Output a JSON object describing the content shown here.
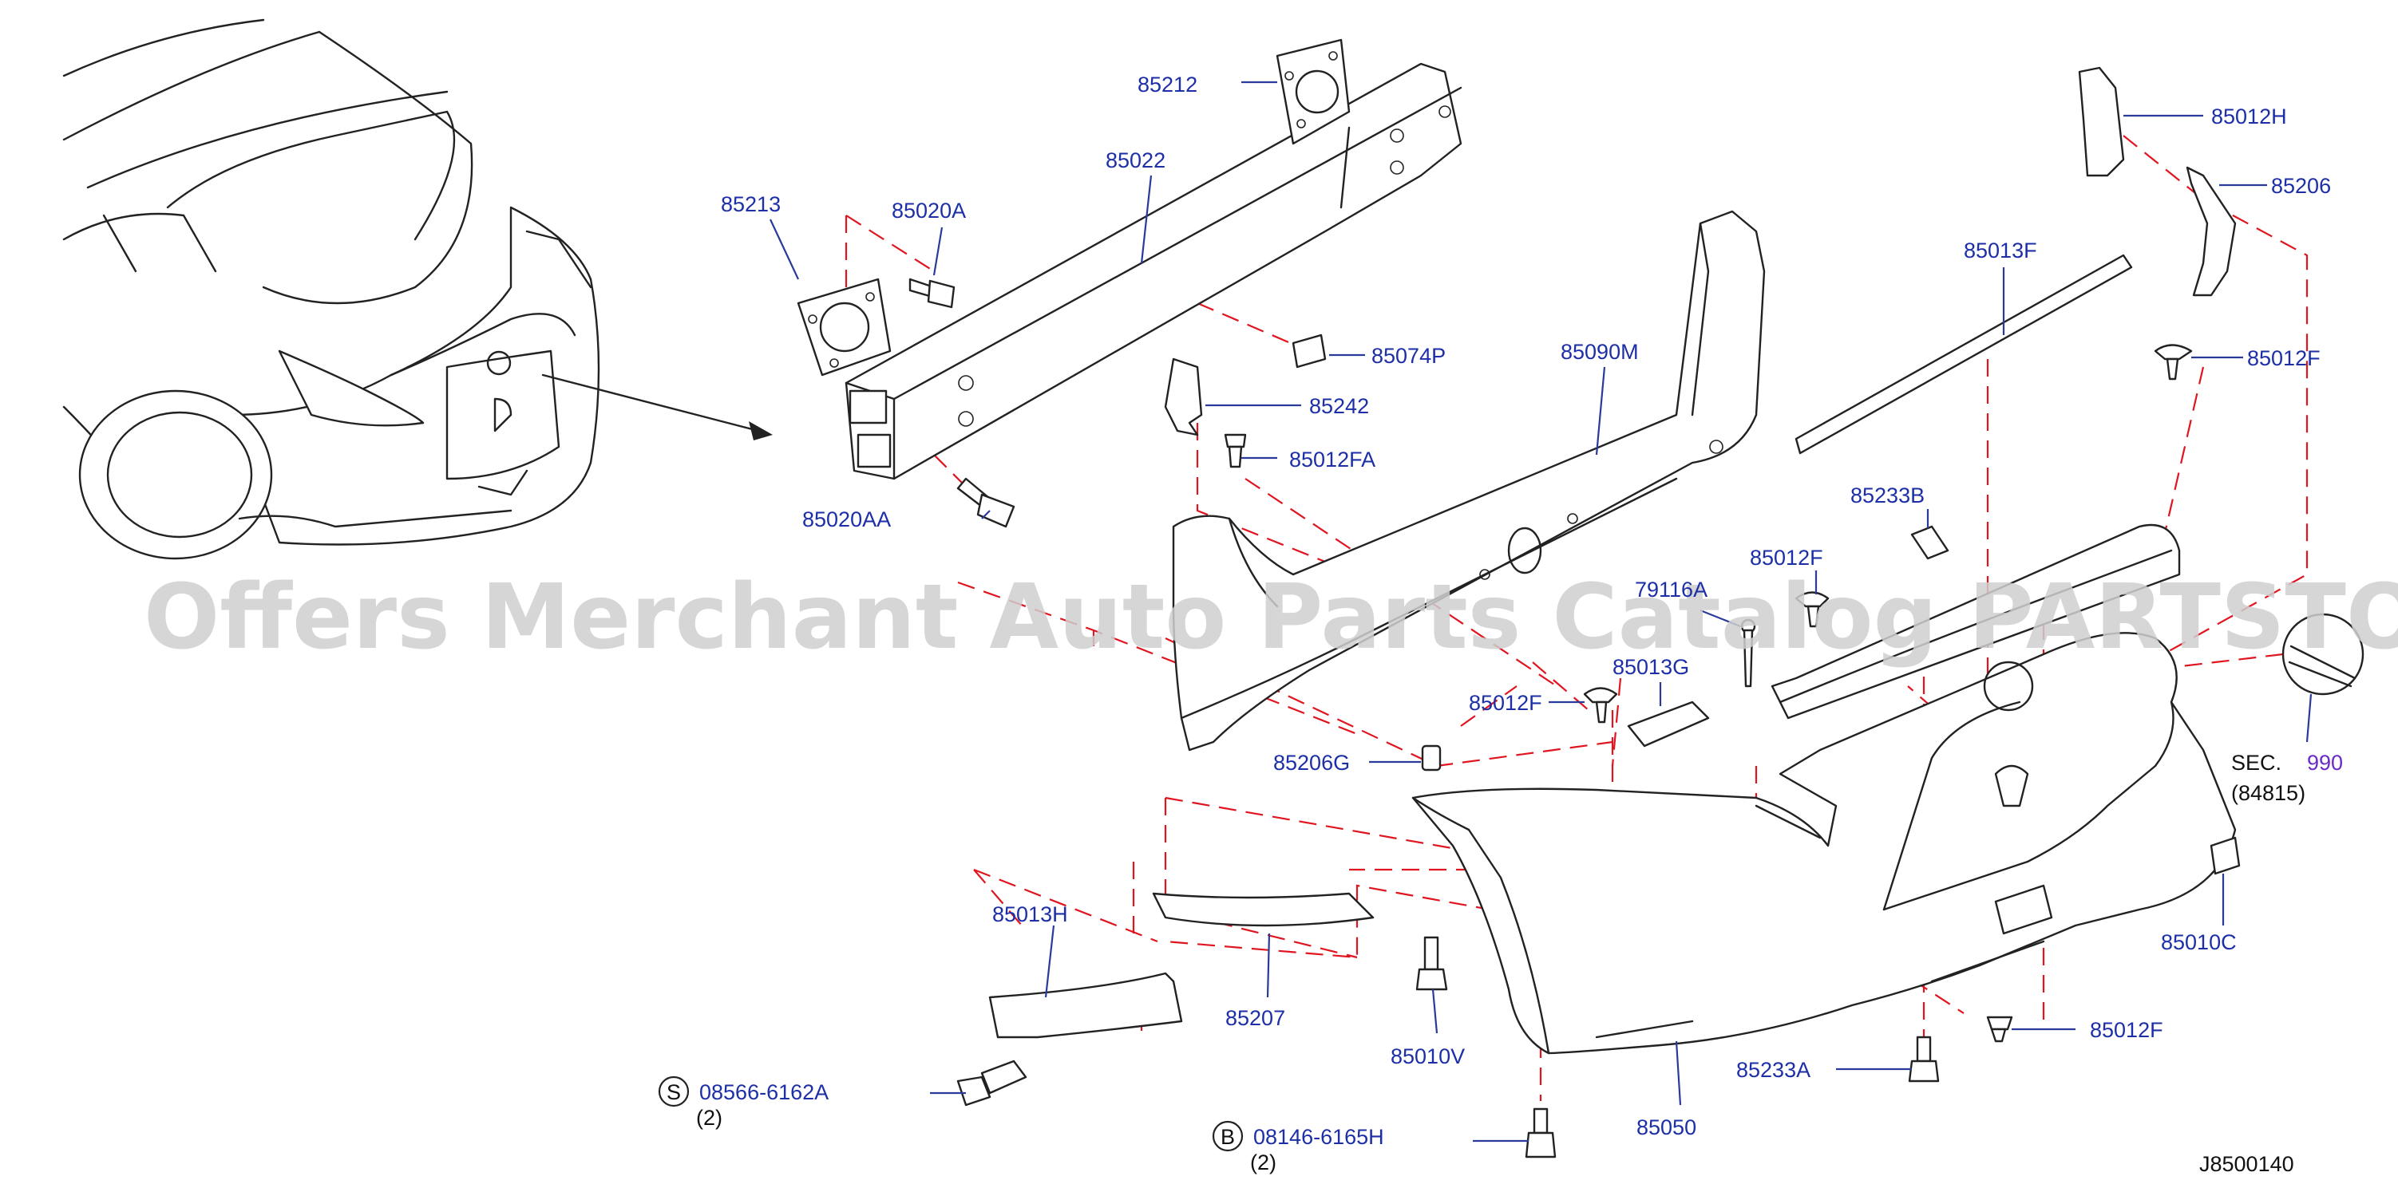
{
  "watermark": "Offers Merchant Auto Parts Catalog PARTSTORE.SA",
  "diagram_code": "J8500140",
  "parts": [
    {
      "id": "p85212",
      "label": "85212"
    },
    {
      "id": "p85022",
      "label": "85022"
    },
    {
      "id": "p85213",
      "label": "85213"
    },
    {
      "id": "p85020A",
      "label": "85020A"
    },
    {
      "id": "p85020AA",
      "label": "85020AA"
    },
    {
      "id": "p85074P",
      "label": "85074P"
    },
    {
      "id": "p85242",
      "label": "85242"
    },
    {
      "id": "p85012FA",
      "label": "85012FA"
    },
    {
      "id": "p85090M",
      "label": "85090M"
    },
    {
      "id": "p85012H",
      "label": "85012H"
    },
    {
      "id": "p85206",
      "label": "85206"
    },
    {
      "id": "p85013F",
      "label": "85013F"
    },
    {
      "id": "p85012F_a",
      "label": "85012F"
    },
    {
      "id": "p85233B",
      "label": "85233B"
    },
    {
      "id": "p85012F_b",
      "label": "85012F"
    },
    {
      "id": "p79116A",
      "label": "79116A"
    },
    {
      "id": "p85013G",
      "label": "85013G"
    },
    {
      "id": "p85012F_c",
      "label": "85012F"
    },
    {
      "id": "p85206G",
      "label": "85206G"
    },
    {
      "id": "p85013H",
      "label": "85013H"
    },
    {
      "id": "p85207",
      "label": "85207"
    },
    {
      "id": "p85010V",
      "label": "85010V"
    },
    {
      "id": "p85050",
      "label": "85050"
    },
    {
      "id": "p85233A",
      "label": "85233A"
    },
    {
      "id": "p85012F_d",
      "label": "85012F"
    },
    {
      "id": "p85010C",
      "label": "85010C"
    },
    {
      "id": "p08566",
      "label": "08566-6162A",
      "qty": "(2)",
      "prefix": "S"
    },
    {
      "id": "p08146",
      "label": "08146-6165H",
      "qty": "(2)",
      "prefix": "B"
    }
  ],
  "section_ref": {
    "prefix": "SEC.",
    "number": "990",
    "sub": "(84815)"
  },
  "colors": {
    "label": "#1d2fa6",
    "line": "#222222",
    "dashed": "#e0151f",
    "section": "#6a2bc9"
  }
}
